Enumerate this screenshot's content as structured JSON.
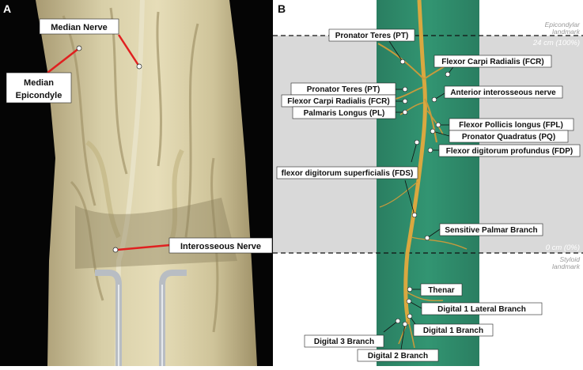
{
  "panel_a": {
    "letter": "A",
    "labels": {
      "median_nerve": "Median Nerve",
      "median_epicondyle_line1": "Median",
      "median_epicondyle_line2": "Epicondyle",
      "interosseous_nerve": "Interosseous Nerve"
    }
  },
  "panel_b": {
    "letter": "B",
    "epicondylar_line1": "Epicondylar",
    "epicondylar_line2": "landmark",
    "scale_top": "24 cm (100%)",
    "scale_bottom": "0 cm (0%)",
    "styloid_line1": "Styloid",
    "styloid_line2": "landmark",
    "labels": {
      "pt_top": "Pronator Teres (PT)",
      "fcr_top": "Flexor Carpi Radialis (FCR)",
      "pt": "Pronator Teres (PT)",
      "fcr": "Flexor Carpi Radialis (FCR)",
      "pl": "Palmaris Longus (PL)",
      "ain": "Anterior interosseous nerve",
      "fpl": "Flexor Pollicis longus (FPL)",
      "pq": "Pronator Quadratus (PQ)",
      "fdp": "Flexor digitorum profundus (FDP)",
      "fds": "flexor digitorum superficialis (FDS)",
      "spb": "Sensitive Palmar Branch",
      "thenar": "Thenar",
      "d1l": "Digital 1 Lateral Branch",
      "d1": "Digital 1 Branch",
      "d3": "Digital 3 Branch",
      "d2": "Digital 2 Branch"
    }
  },
  "colors": {
    "label_line_red": "#e02020",
    "green_background": "#2e8a6a",
    "grey_band": "#d9d9d9",
    "nerve": "#d9a840"
  }
}
